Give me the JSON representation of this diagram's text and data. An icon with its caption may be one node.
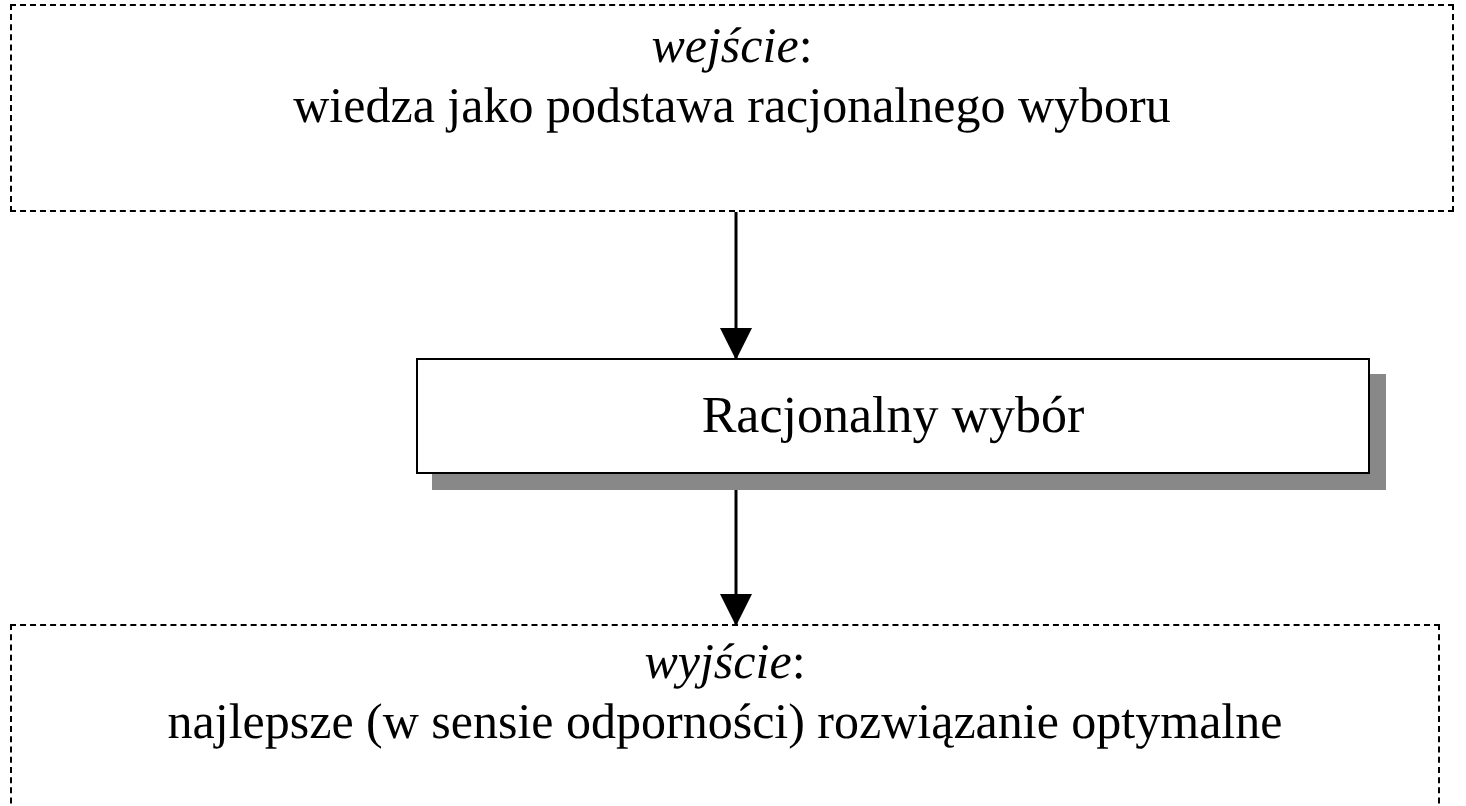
{
  "diagram": {
    "nodes": [
      {
        "text": [
          "*wejście*:",
          "wiedza jako podstawa racjonalnego wyboru"
        ]
      },
      {
        "text": [
          "Racjonalny wybór"
        ]
      },
      {
        "text": [
          "*wyjście*:",
          "najlepsze (w sensie odporności) rozwiązanie optymalne"
        ]
      }
    ],
    "edges": [
      {
        "from": 0,
        "to": 1,
        "arrow": "to"
      },
      {
        "from": 1,
        "to": 2,
        "arrow": "to"
      }
    ]
  }
}
